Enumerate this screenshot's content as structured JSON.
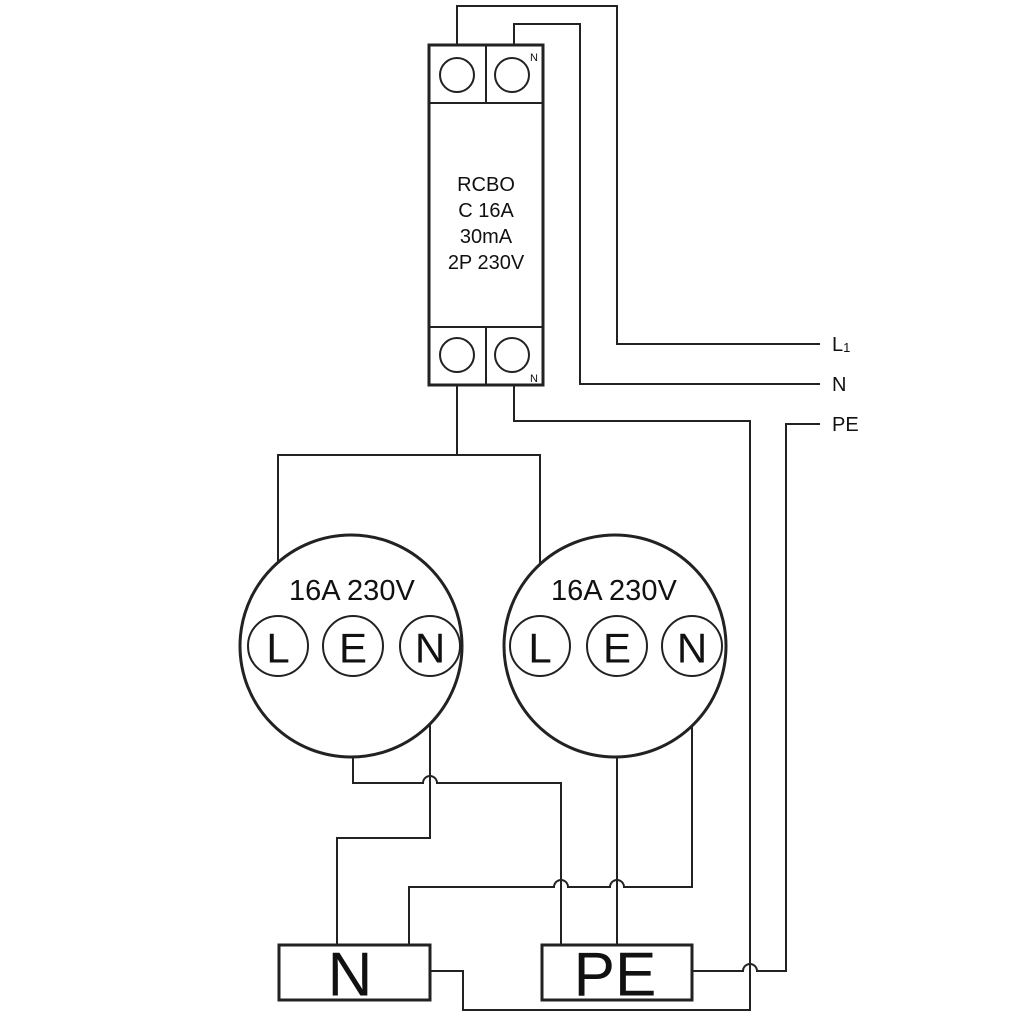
{
  "rcbo": {
    "lines": [
      "RCBO",
      "C 16A",
      "30mA",
      "2P 230V"
    ],
    "top_neutral_mark": "N",
    "bottom_neutral_mark": "N"
  },
  "supply": {
    "l1_main": "L",
    "l1_sub": "1",
    "neutral": "N",
    "earth": "PE"
  },
  "sockets": [
    {
      "rating": "16A  230V",
      "pins": [
        "L",
        "E",
        "N"
      ]
    },
    {
      "rating": "16A  230V",
      "pins": [
        "L",
        "E",
        "N"
      ]
    }
  ],
  "bars": {
    "neutral": "N",
    "earth": "PE"
  }
}
